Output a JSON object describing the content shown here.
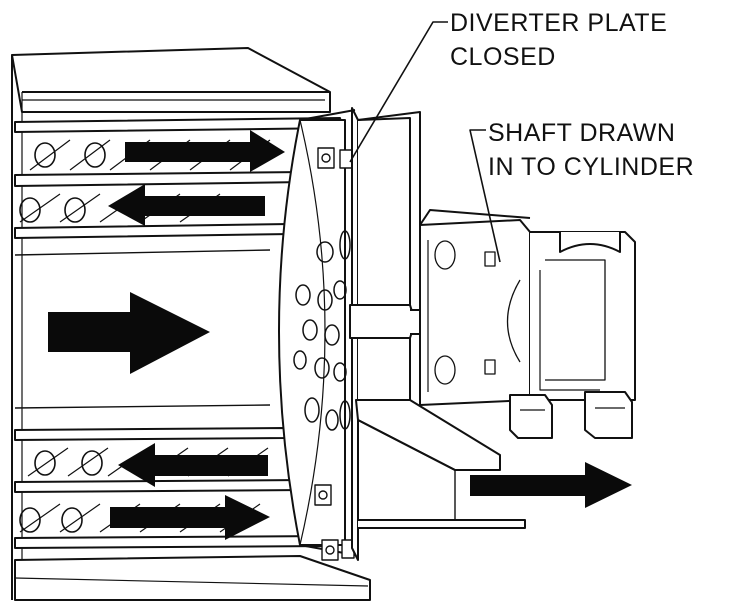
{
  "callouts": {
    "diverter_plate": {
      "line1": "DIVERTER PLATE",
      "line2": "CLOSED"
    },
    "shaft": {
      "line1": "SHAFT DRAWN",
      "line2": "IN TO CYLINDER"
    }
  },
  "colors": {
    "ink": "#111111",
    "arrow": "#0a0a0a",
    "paper": "#ffffff",
    "shade": "#e8e8e8"
  },
  "flow_arrows": [
    {
      "id": "upper-outer",
      "direction": "right"
    },
    {
      "id": "upper-inner",
      "direction": "left"
    },
    {
      "id": "center",
      "direction": "right"
    },
    {
      "id": "lower-inner",
      "direction": "left"
    },
    {
      "id": "lower-outer",
      "direction": "right"
    },
    {
      "id": "outlet",
      "direction": "right"
    }
  ]
}
